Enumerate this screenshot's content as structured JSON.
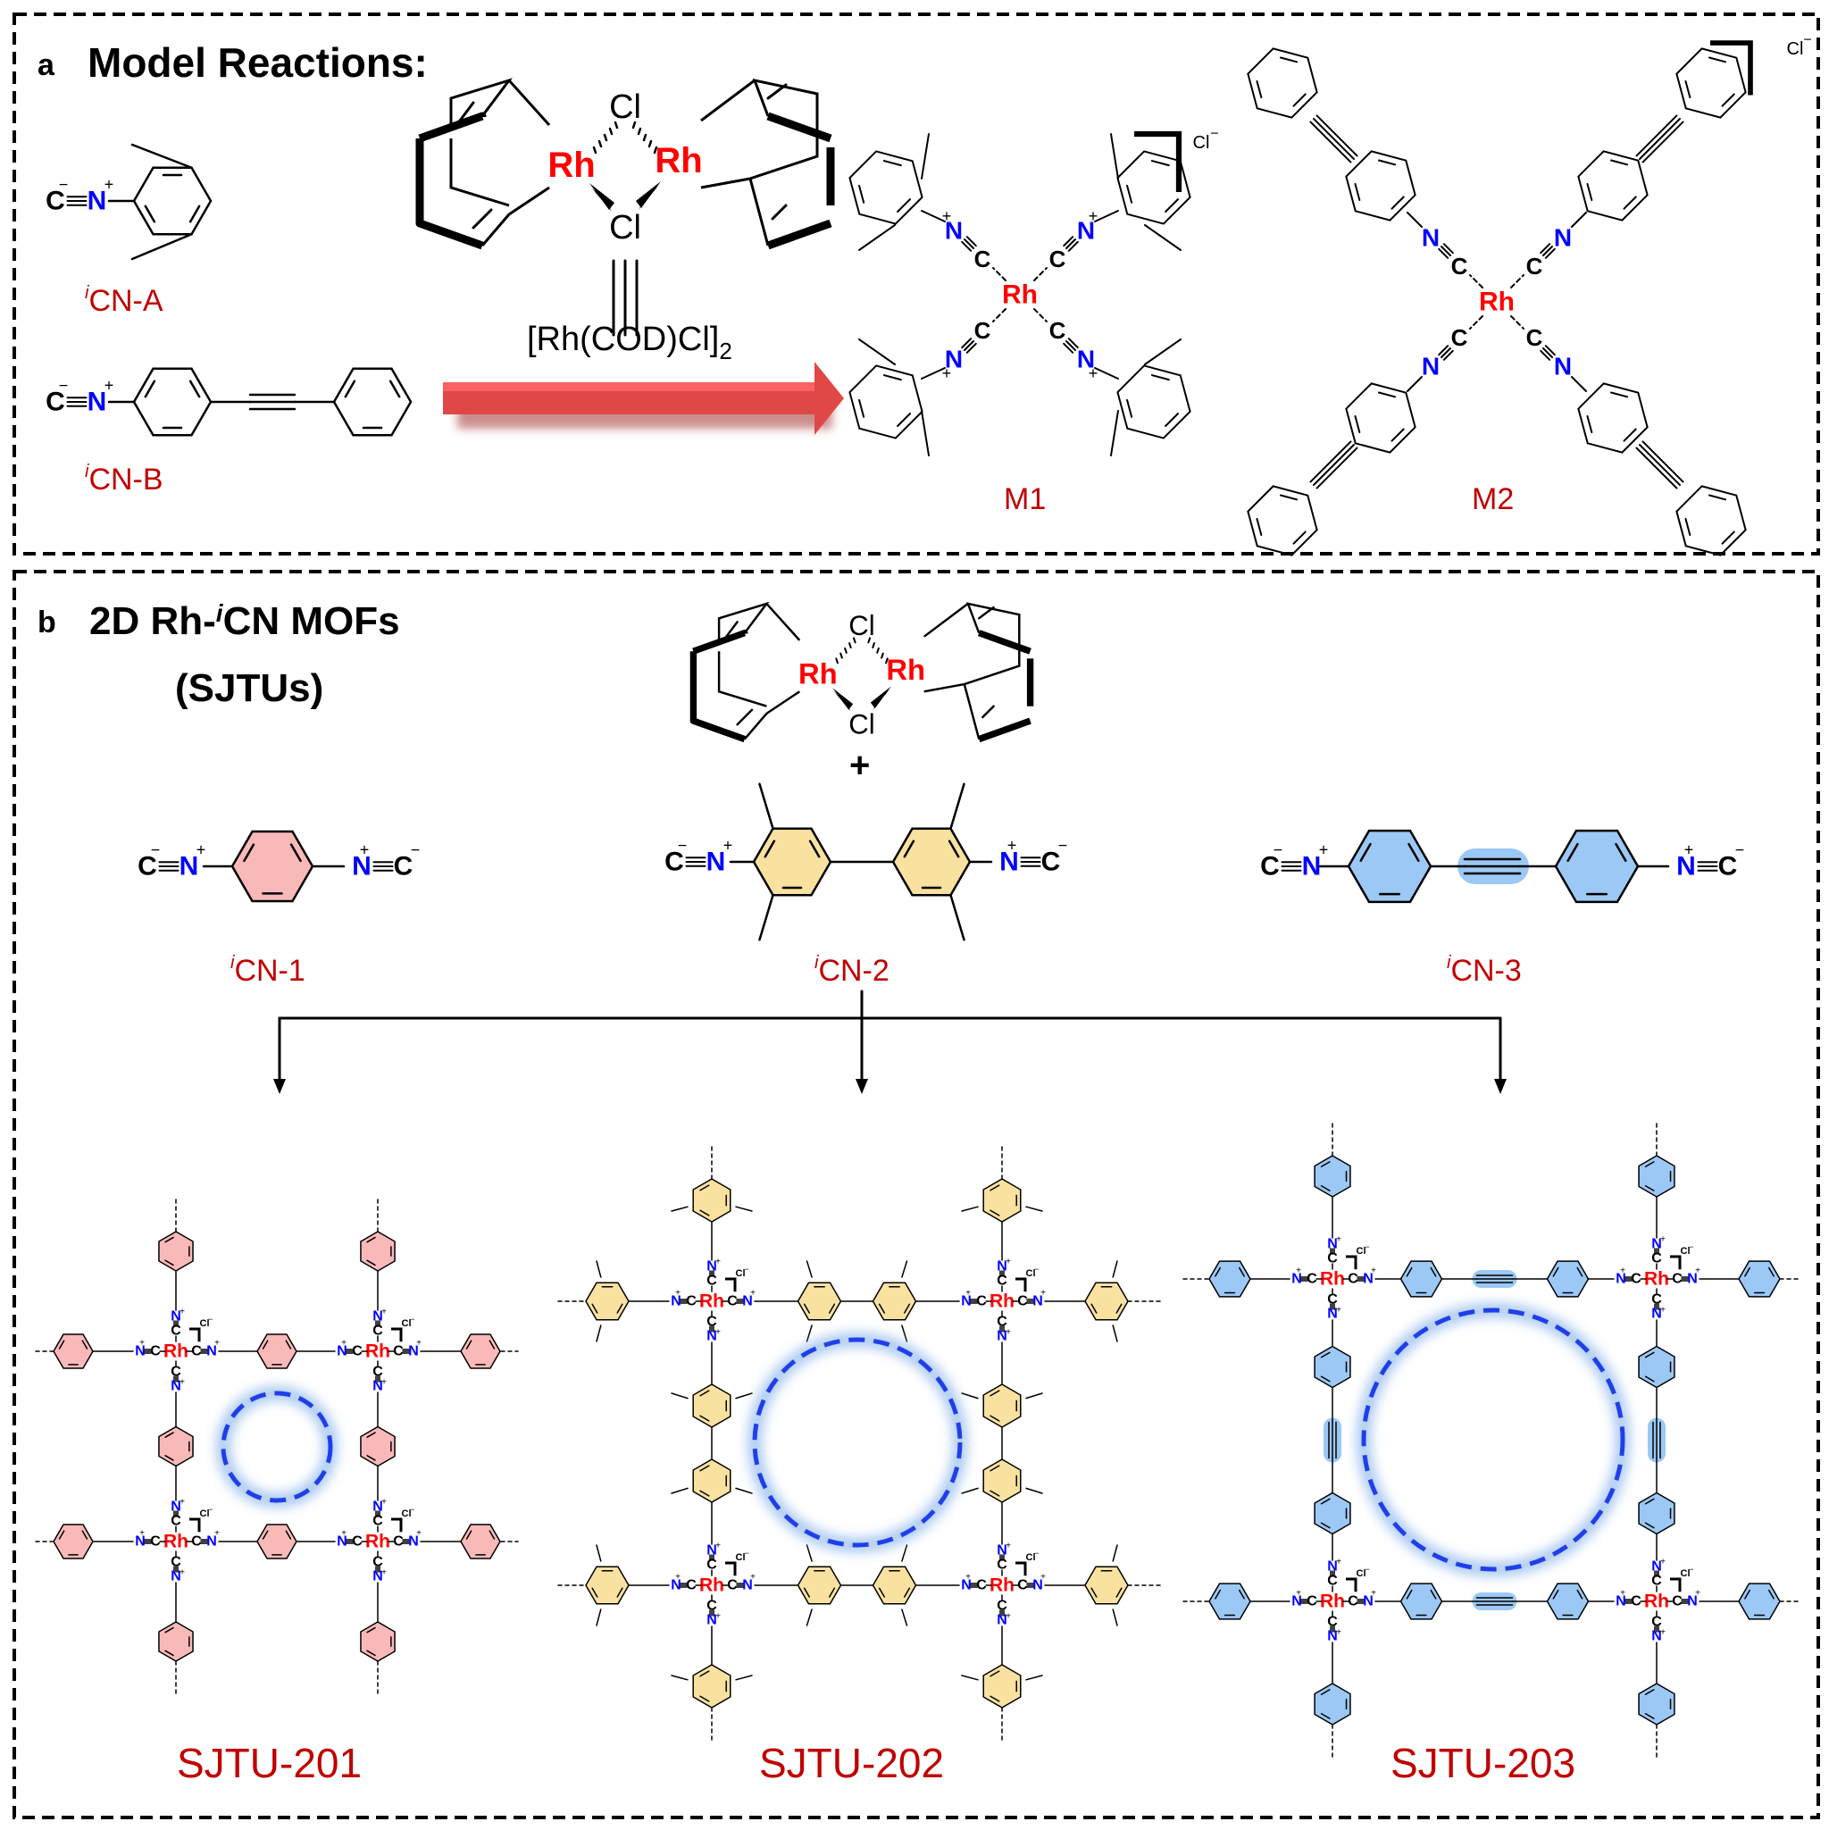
{
  "panel_a": {
    "letter": "a",
    "title": "Model Reactions:",
    "reactants": [
      {
        "id": "iCN-A",
        "label_prefix": "i",
        "label": "CN-A",
        "formula_c": "C",
        "formula_n": "N"
      },
      {
        "id": "iCN-B",
        "label_prefix": "i",
        "label": "CN-B",
        "formula_c": "C",
        "formula_n": "N"
      }
    ],
    "catalyst": {
      "formula": "[Rh(COD)Cl]",
      "subscript": "2",
      "metal": "Rh",
      "bridge": "Cl"
    },
    "products": [
      {
        "id": "M1",
        "label": "M1",
        "metal": "Rh",
        "counter_ion": "Cl"
      },
      {
        "id": "M2",
        "label": "M2",
        "metal": "Rh",
        "counter_ion": "Cl"
      }
    ]
  },
  "panel_b": {
    "letter": "b",
    "title_pre": "2D Rh-",
    "title_italic": "i",
    "title_post": "CN MOFs",
    "subtitle": "(SJTUs)",
    "plus": "+",
    "linkers": [
      {
        "id": "iCN-1",
        "label_prefix": "i",
        "label": "CN-1",
        "color": "#F9B9B9"
      },
      {
        "id": "iCN-2",
        "label_prefix": "i",
        "label": "CN-2",
        "color": "#F9E1A0"
      },
      {
        "id": "iCN-3",
        "label_prefix": "i",
        "label": "CN-3",
        "color": "#9CC8F5"
      }
    ],
    "frameworks": [
      {
        "id": "SJTU-201",
        "label": "SJTU-201",
        "linker": "iCN-1",
        "color": "#F9B9B9"
      },
      {
        "id": "SJTU-202",
        "label": "SJTU-202",
        "linker": "iCN-2",
        "color": "#F9E1A0"
      },
      {
        "id": "SJTU-203",
        "label": "SJTU-203",
        "linker": "iCN-3",
        "color": "#9CC8F5"
      }
    ]
  },
  "atoms": {
    "rh": "Rh",
    "c": "C",
    "n": "N",
    "cl": "Cl",
    "plus": "+",
    "minus": "−"
  },
  "colors": {
    "label_red": "#C00000",
    "rh_red": "#FF0000",
    "nitrogen_blue": "#0000FF",
    "arrow_red": "#E04848",
    "pore_blue": "#1F3FE8",
    "pore_glow": "#9CC0F0"
  }
}
